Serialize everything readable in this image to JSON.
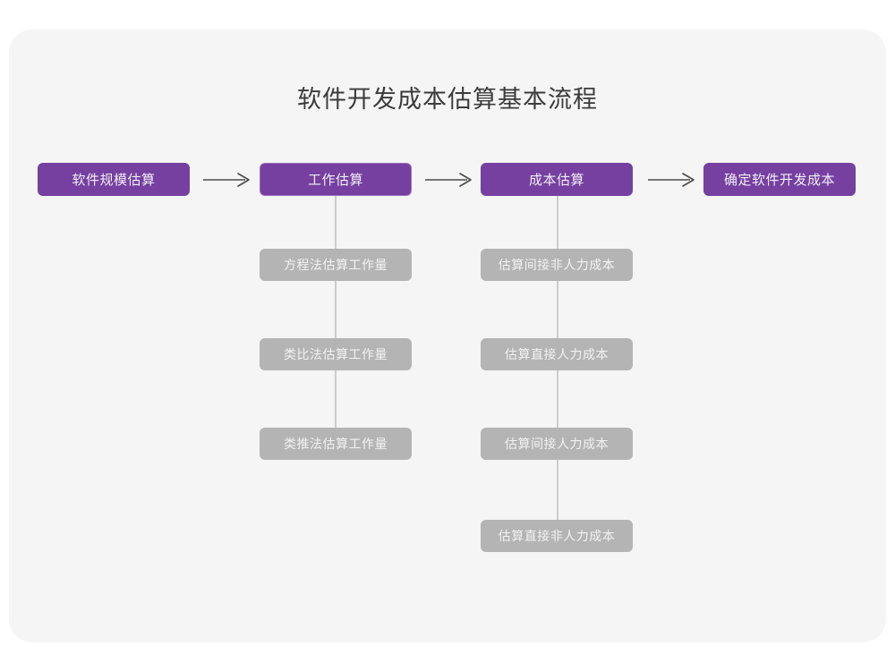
{
  "title": "软件开发成本估算基本流程",
  "colors": {
    "page_background": "#ffffff",
    "panel_background": "#f5f5f6",
    "primary_node": "#7540a0",
    "primary_node_text": "#f3eef7",
    "secondary_node": "#b4b4b4",
    "secondary_node_text": "#f2f2f2",
    "connector_line": "#cdcdcd",
    "arrow": "#4a4a4a",
    "title_text": "#3b3b3b"
  },
  "chart_data": {
    "type": "diagram",
    "diagram_kind": "flowchart",
    "title": "软件开发成本估算基本流程",
    "direction": "left-to-right main flow with vertical sub-branches",
    "main_flow": [
      {
        "id": "step1",
        "label": "软件规模估算",
        "has_branch": false
      },
      {
        "id": "step2",
        "label": "工作估算",
        "has_branch": true
      },
      {
        "id": "step3",
        "label": "成本估算",
        "has_branch": true
      },
      {
        "id": "step4",
        "label": "确定软件开发成本",
        "has_branch": false
      }
    ],
    "arrows": [
      {
        "from": "step1",
        "to": "step2",
        "glyph": "arrow-right"
      },
      {
        "from": "step2",
        "to": "step3",
        "glyph": "arrow-right"
      },
      {
        "from": "step3",
        "to": "step4",
        "glyph": "arrow-right"
      }
    ],
    "branches": [
      {
        "parent": "step2",
        "parent_label": "工作估算",
        "children": [
          "方程法估算工作量",
          "类比法估算工作量",
          "类推法估算工作量"
        ]
      },
      {
        "parent": "step3",
        "parent_label": "成本估算",
        "children": [
          "估算间接非人力成本",
          "估算直接人力成本",
          "估算间接人力成本",
          "估算直接非人力成本"
        ]
      }
    ]
  },
  "nodes": {
    "main": [
      {
        "label": "软件规模估算"
      },
      {
        "label": "工作估算"
      },
      {
        "label": "成本估算"
      },
      {
        "label": "确定软件开发成本"
      }
    ],
    "work_branch": [
      {
        "label": "方程法估算工作量"
      },
      {
        "label": "类比法估算工作量"
      },
      {
        "label": "类推法估算工作量"
      }
    ],
    "cost_branch": [
      {
        "label": "估算间接非人力成本"
      },
      {
        "label": "估算直接人力成本"
      },
      {
        "label": "估算间接人力成本"
      },
      {
        "label": "估算直接非人力成本"
      }
    ]
  }
}
